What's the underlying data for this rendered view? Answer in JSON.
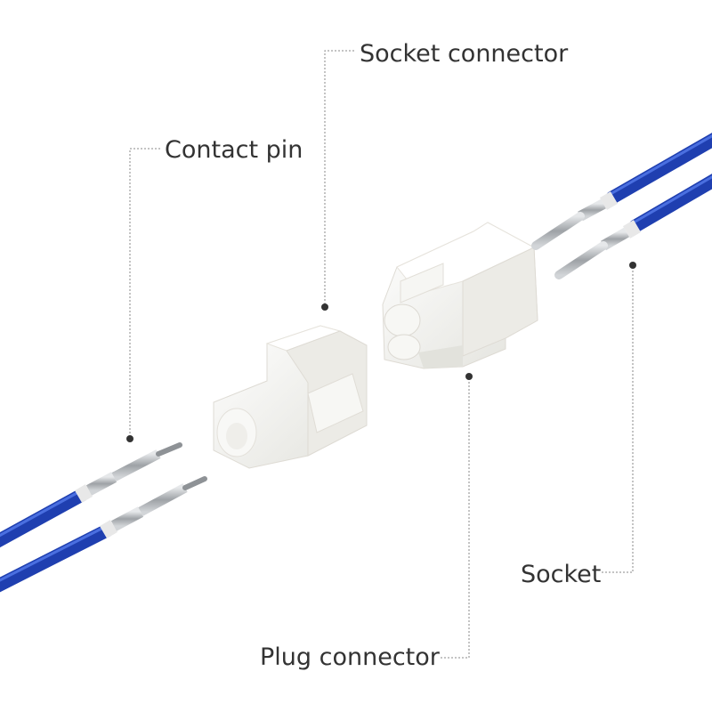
{
  "labels": {
    "socket_connector": "Socket connector",
    "contact_pin": "Contact pin",
    "socket": "Socket",
    "plug_connector": "Plug connector"
  },
  "colors": {
    "wire": "#1f3fb0",
    "wire_highlight": "#4a6fe0",
    "housing": "#f4f4f1",
    "housing_shadow": "#dcdcd6",
    "metal": "#b8bcc0",
    "leader": "#777777",
    "text": "#333333"
  }
}
